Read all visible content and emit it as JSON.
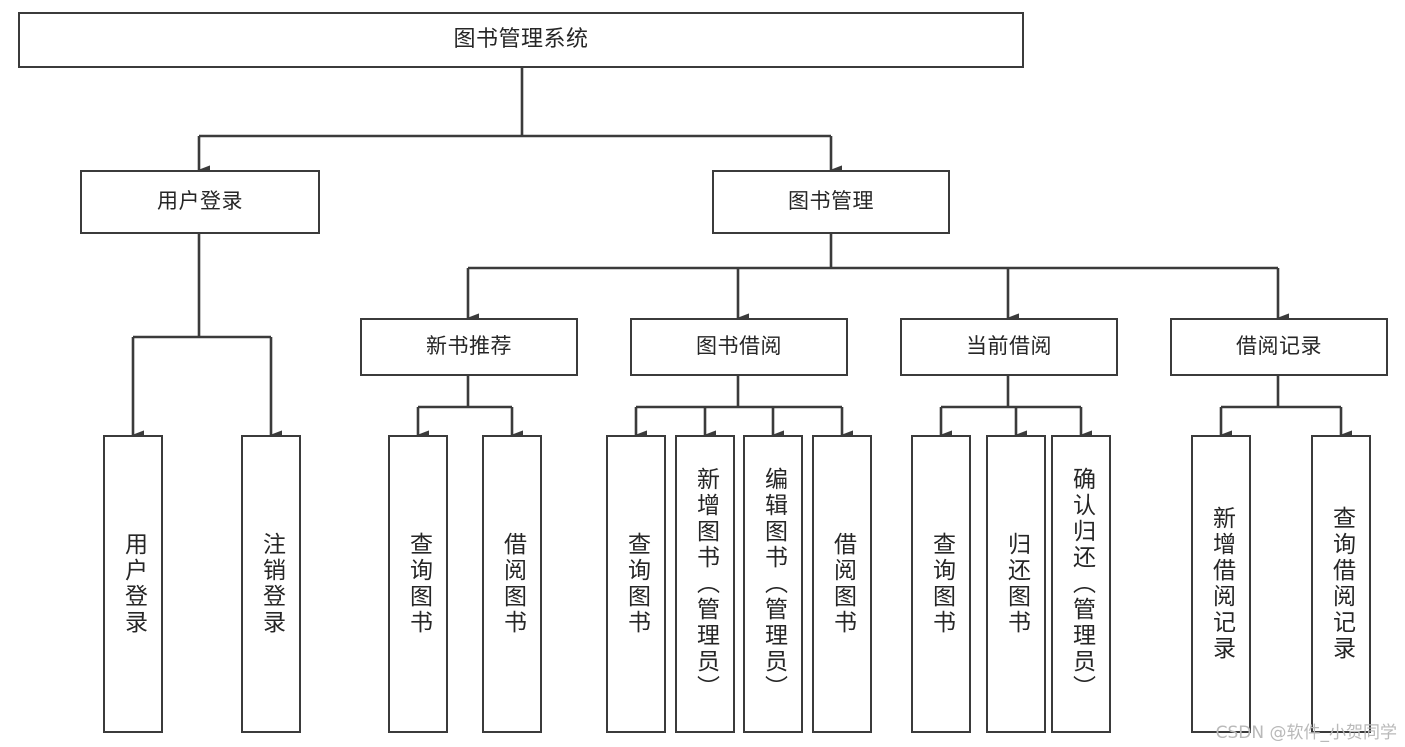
{
  "diagram": {
    "title": "图书管理系统",
    "type": "tree",
    "stroke_color": "#3b3b3b",
    "text_color": "#262626",
    "background_color": "#ffffff",
    "watermark": "CSDN @软件_小贺同学",
    "watermark_color": "#b9b9b9"
  },
  "nodes": {
    "root": {
      "label": "图书管理系统"
    },
    "level1": [
      {
        "label": "用户登录"
      },
      {
        "label": "图书管理"
      }
    ],
    "level2": [
      {
        "label": "新书推荐"
      },
      {
        "label": "图书借阅"
      },
      {
        "label": "当前借阅"
      },
      {
        "label": "借阅记录"
      }
    ],
    "leaves": {
      "user_login": [
        {
          "label": "用户登录"
        },
        {
          "label": "注销登录"
        }
      ],
      "new_book_recommend": [
        {
          "label": "查询图书"
        },
        {
          "label": "借阅图书"
        }
      ],
      "book_borrow": [
        {
          "label": "查询图书"
        },
        {
          "label": "新增图书（管理员）"
        },
        {
          "label": "编辑图书（管理员）"
        },
        {
          "label": "借阅图书"
        }
      ],
      "current_borrow": [
        {
          "label": "查询图书"
        },
        {
          "label": "归还图书"
        },
        {
          "label": "确认归还（管理员）"
        }
      ],
      "borrow_record": [
        {
          "label": "新增借阅记录"
        },
        {
          "label": "查询借阅记录"
        }
      ]
    }
  }
}
